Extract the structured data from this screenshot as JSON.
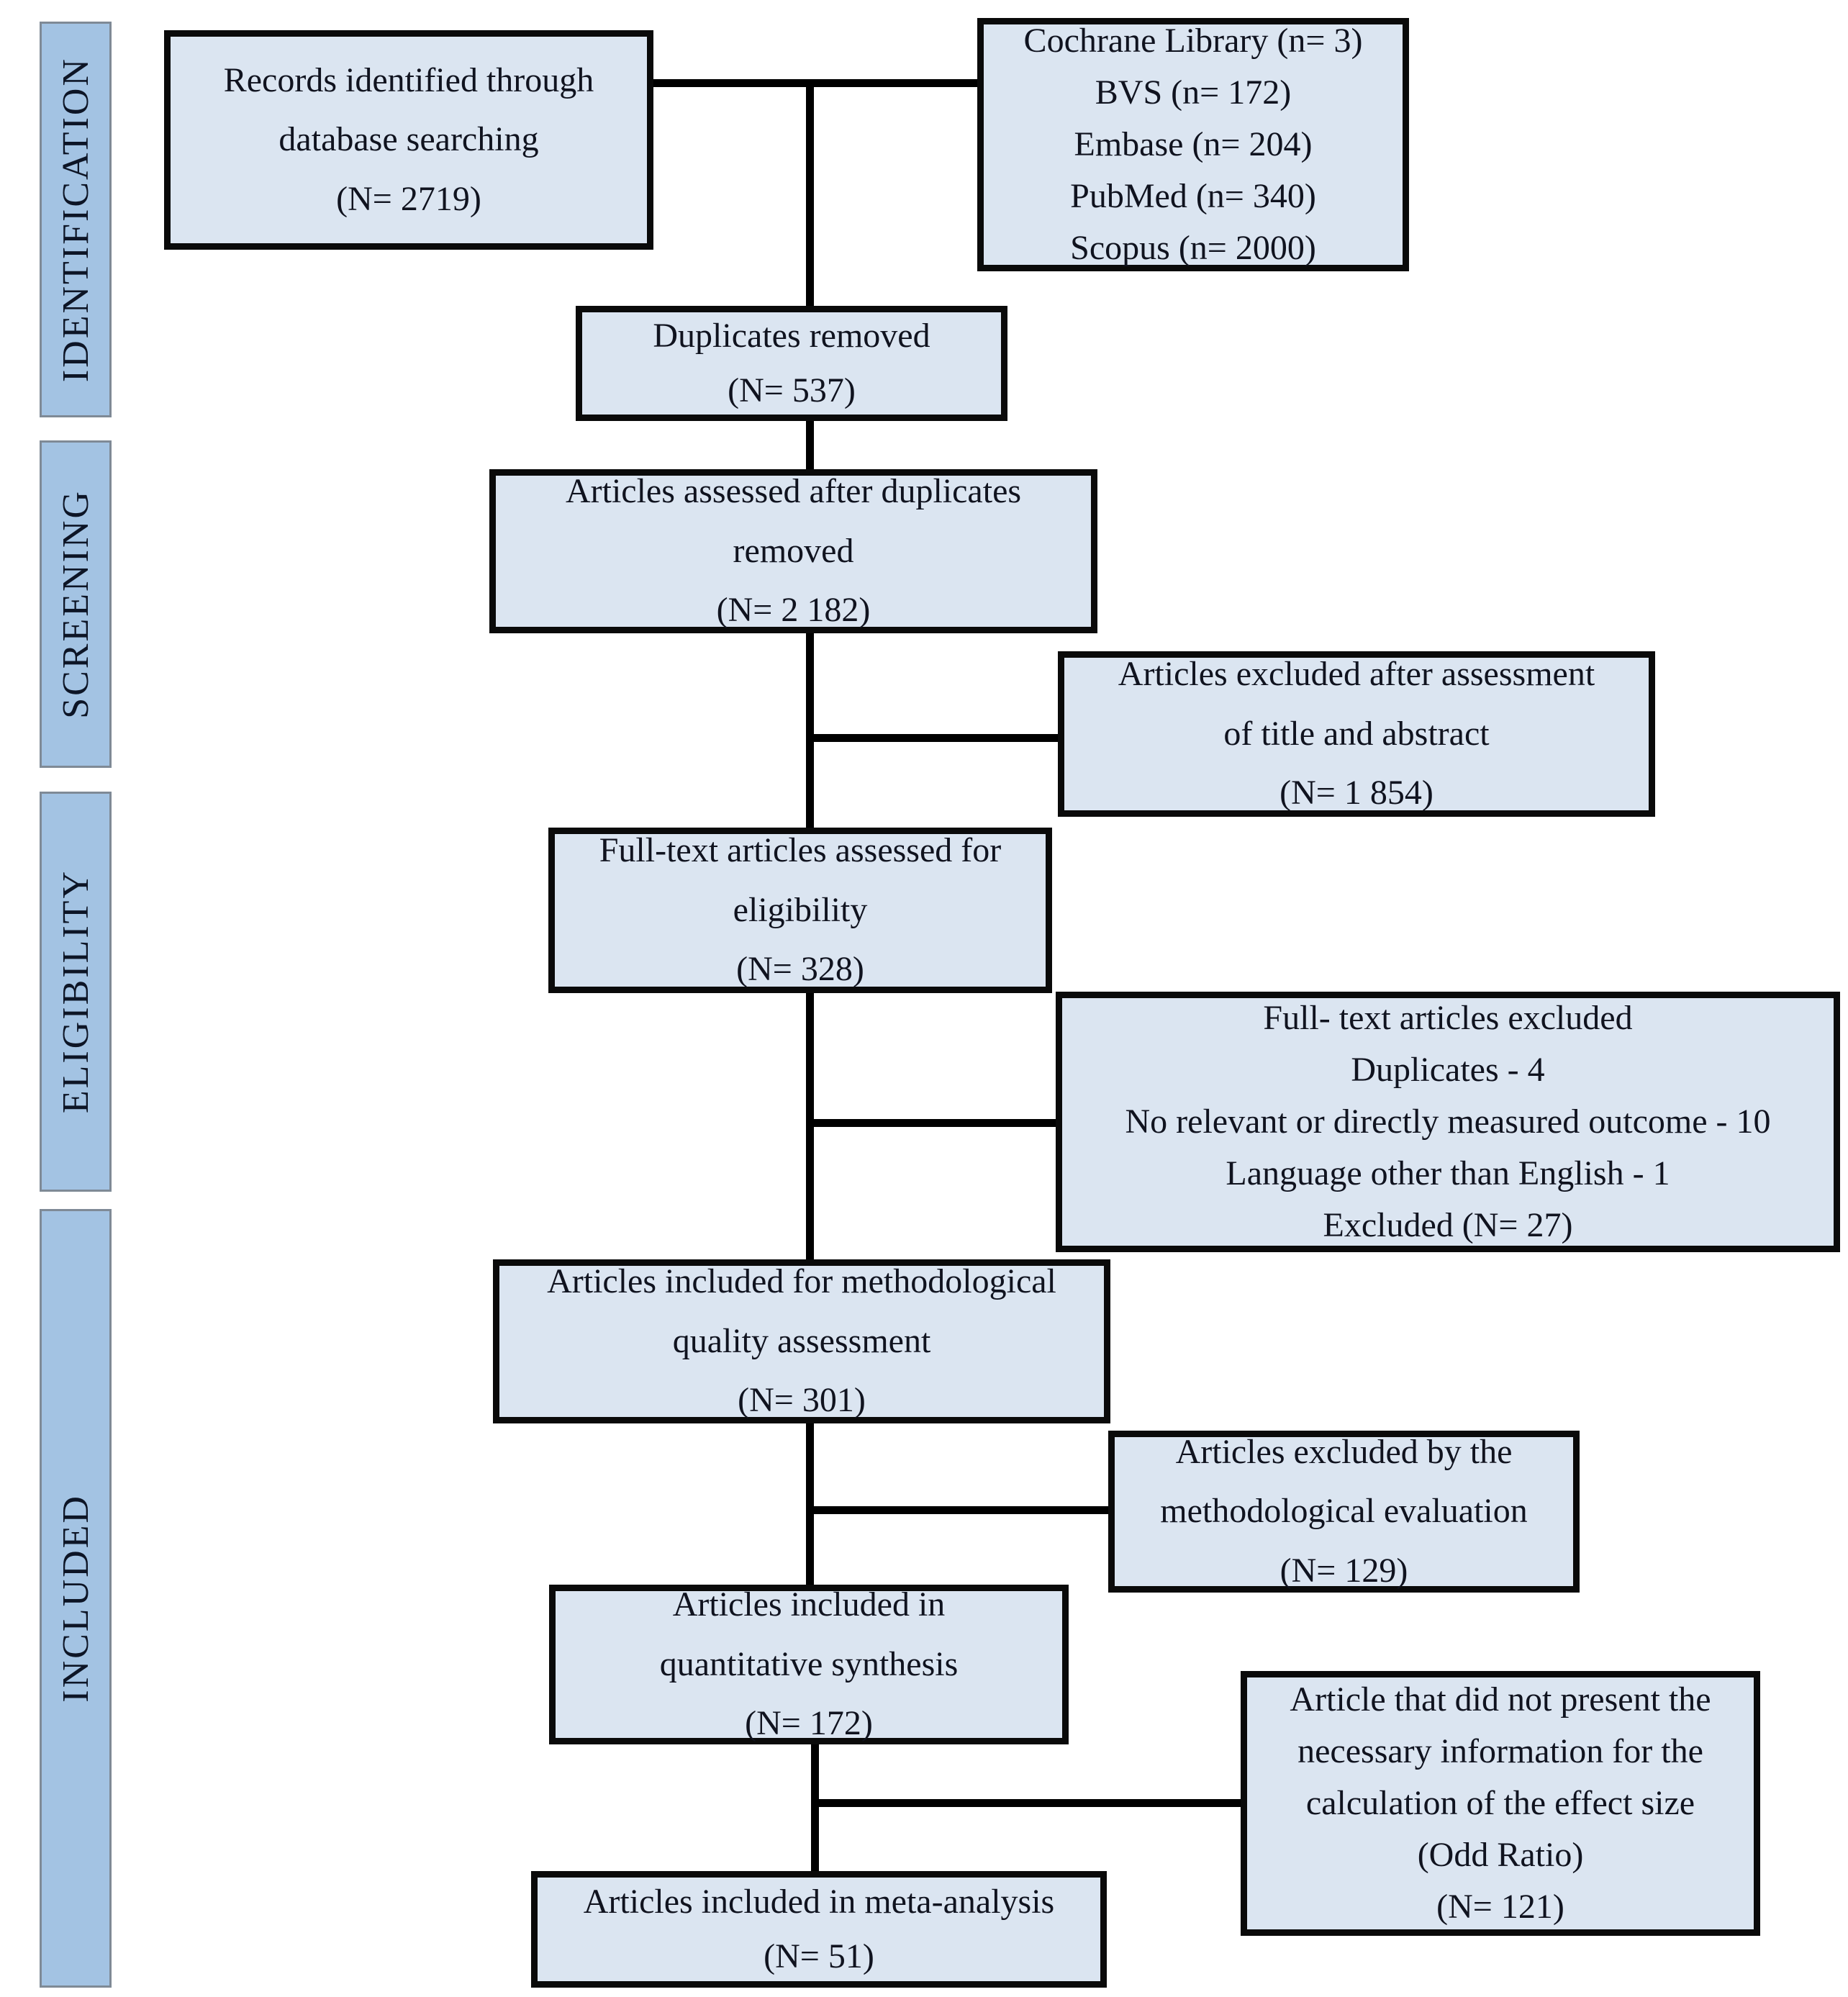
{
  "stages": [
    {
      "label": "IDENTIFICATION"
    },
    {
      "label": "SCREENING"
    },
    {
      "label": "ELIGIBILITY"
    },
    {
      "label": "INCLUDED"
    }
  ],
  "boxes": {
    "records": {
      "lines": [
        "Records identified through",
        "database searching",
        "(N= 2719)"
      ]
    },
    "sources": {
      "lines": [
        "Cochrane Library (n= 3)",
        "BVS (n= 172)",
        "Embase (n= 204)",
        "PubMed (n= 340)",
        "Scopus (n= 2000)"
      ]
    },
    "duplicates_removed": {
      "lines": [
        "Duplicates removed",
        "(N= 537)"
      ]
    },
    "assessed_after_duplicates": {
      "lines": [
        "Articles assessed after duplicates",
        "removed",
        "(N= 2 182)"
      ]
    },
    "excluded_title_abstract": {
      "lines": [
        "Articles excluded after assessment",
        "of title and abstract",
        "(N= 1 854)"
      ]
    },
    "fulltext_assessed": {
      "lines": [
        "Full-text articles assessed for",
        "eligibility",
        "(N= 328)"
      ]
    },
    "fulltext_excluded": {
      "lines": [
        "Full- text articles excluded",
        "Duplicates - 4",
        "No relevant or directly measured outcome - 10",
        "Language other than English - 1",
        "Excluded (N= 27)"
      ]
    },
    "methodological_quality": {
      "lines": [
        "Articles included for methodological",
        "quality assessment",
        "(N= 301)"
      ]
    },
    "excluded_methodological": {
      "lines": [
        "Articles excluded by the",
        "methodological evaluation",
        "(N= 129)"
      ]
    },
    "quantitative_synthesis": {
      "lines": [
        "Articles included in",
        "quantitative synthesis",
        "(N= 172)"
      ]
    },
    "effect_size_excluded": {
      "lines": [
        "Article that did not present the",
        "necessary information for the",
        "calculation of the effect size",
        "(Odd Ratio)",
        "(N= 121)"
      ]
    },
    "meta_analysis": {
      "lines": [
        "Articles included in meta-analysis",
        "(N= 51)"
      ]
    }
  },
  "colors": {
    "box_fill": "#dbe5f1",
    "box_border": "#0a0a0a",
    "sidebar_fill": "#a3c3e3",
    "sidebar_border": "#7f8a96",
    "connector": "#000000",
    "text": "#10131f"
  }
}
